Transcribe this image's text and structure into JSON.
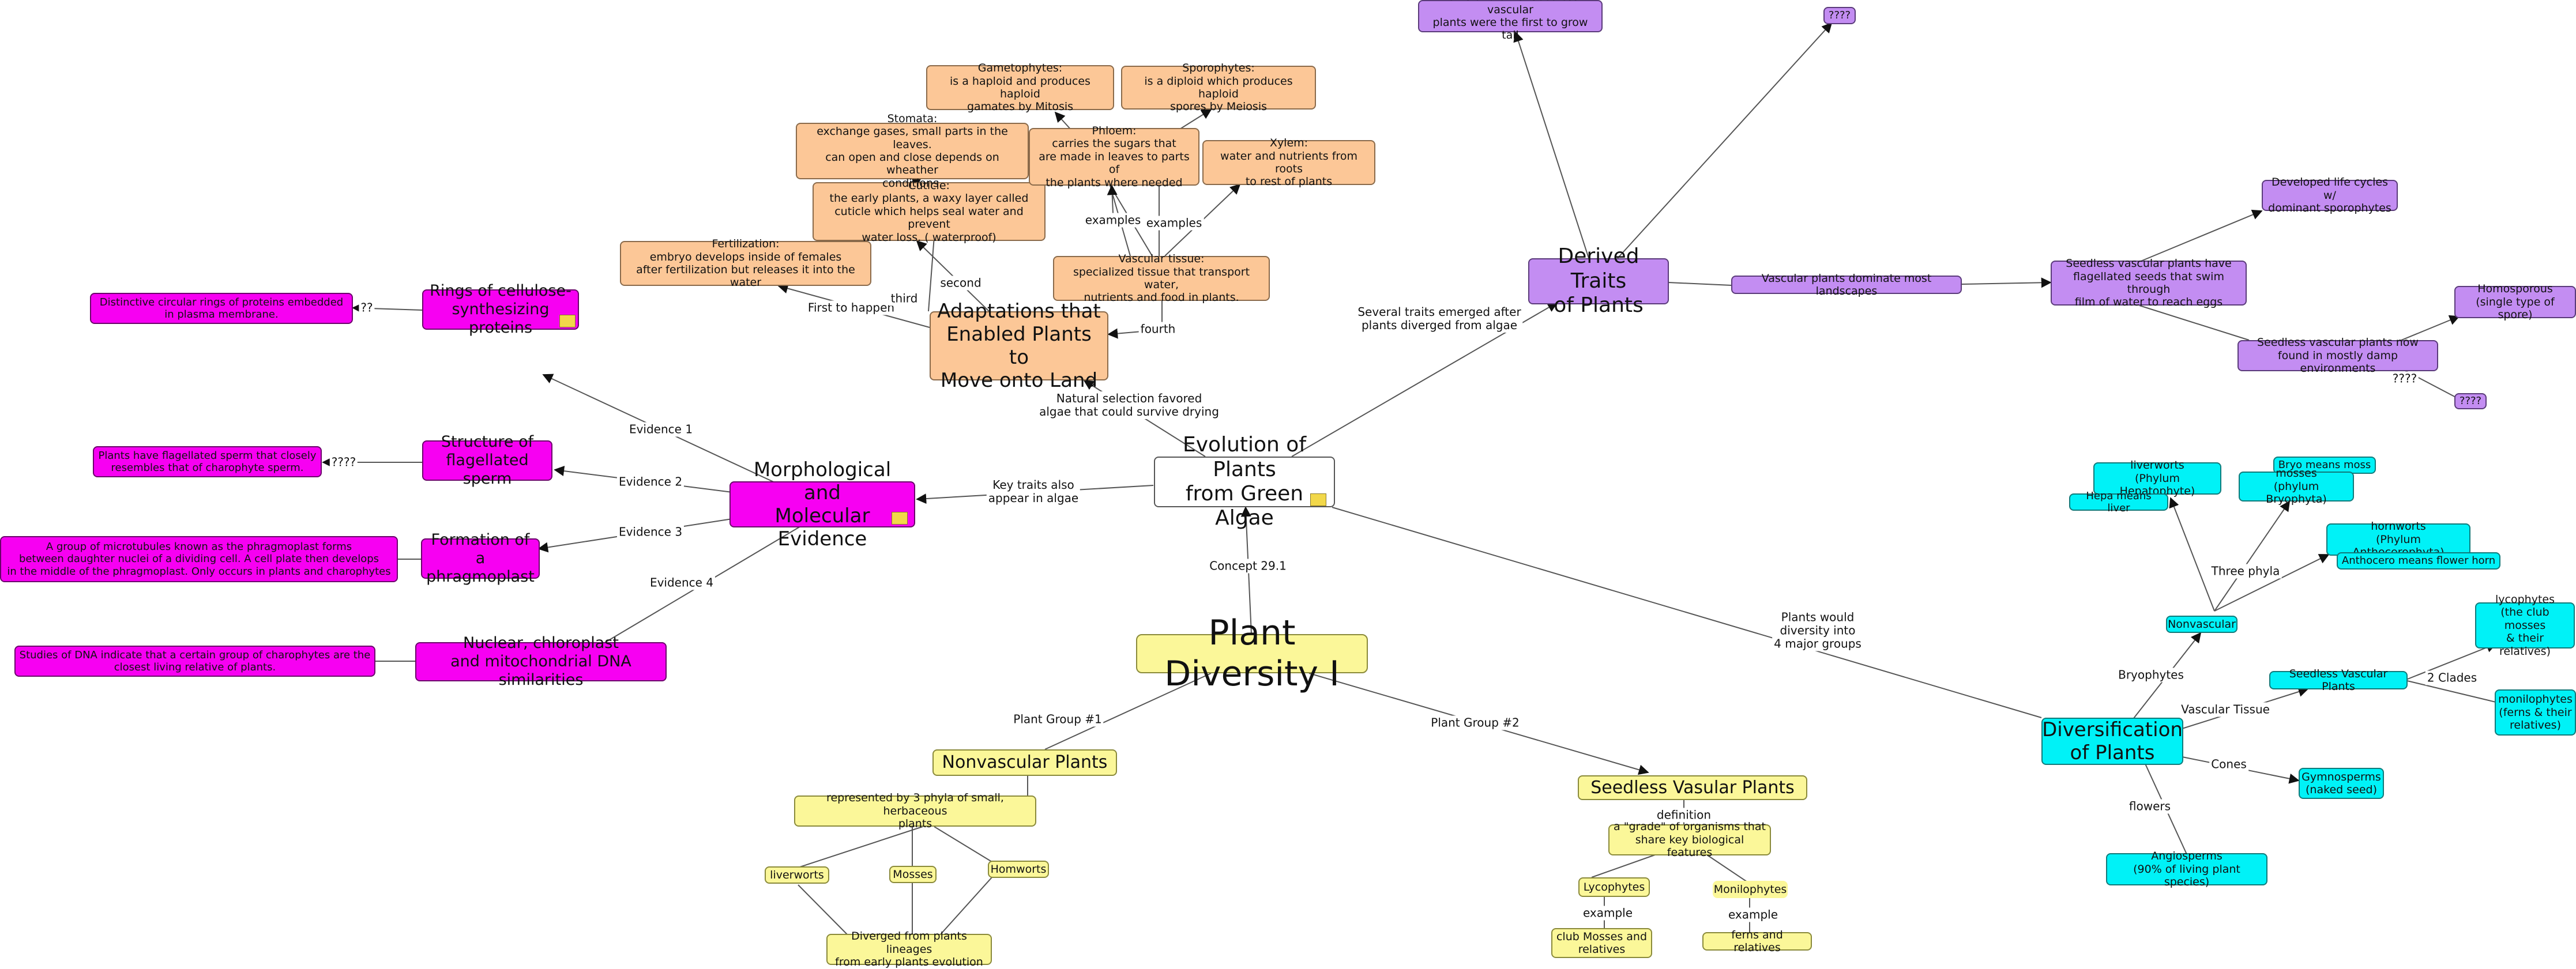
{
  "map": {
    "center": "Plant Diversity I",
    "nodes": [
      {
        "id": "root",
        "text": "Plant Diversity I"
      },
      {
        "id": "nonvasc",
        "text": "Nonvascular Plants"
      },
      {
        "id": "nonvasc_def",
        "text": "represented by 3 phyla of small, herbaceous\nplants"
      },
      {
        "id": "liverworts_y",
        "text": "liverworts"
      },
      {
        "id": "mosses_y",
        "text": "Mosses"
      },
      {
        "id": "hornworts_y",
        "text": "Homworts"
      },
      {
        "id": "diverged",
        "text": "Diverged from plants lineages\nfrom early plants evolution"
      },
      {
        "id": "seedless",
        "text": "Seedless Vasular Plants"
      },
      {
        "id": "grade",
        "text": "a \"grade\" of organisms that\nshare key biological features"
      },
      {
        "id": "lycophytes_y",
        "text": "Lycophytes"
      },
      {
        "id": "monilophytes_y",
        "text": "Monilophytes"
      },
      {
        "id": "clubmosses",
        "text": "club Mosses and\nrelatives"
      },
      {
        "id": "ferns",
        "text": "ferns and relatives"
      },
      {
        "id": "evolution",
        "text": "Evolution of Plants\nfrom Green Algae"
      },
      {
        "id": "adaptations",
        "text": "Adaptations that\nEnabled Plants to\nMove onto Land"
      },
      {
        "id": "fertilization",
        "text": "Fertilization:\nembryo develops inside of females\nafter fertilization but releases it into the water"
      },
      {
        "id": "cuticle",
        "text": "Cuticle:\nthe early plants, a waxy layer called\ncuticle which helps seal water and prevent\nwater loss. ( waterproof)"
      },
      {
        "id": "stomata",
        "text": "Stomata:\nexchange gases, small parts in the leaves.\ncan open and close depends on wheather\nconditions."
      },
      {
        "id": "gametophytes",
        "text": "Gametophytes:\nis a haploid and produces haploid\ngamates by Mitosis"
      },
      {
        "id": "sporophytes",
        "text": "Sporophytes:\nis a diploid which produces haploid\nspores by Meiosis"
      },
      {
        "id": "phloem",
        "text": "Phloem:\ncarries the sugars that\nare made in leaves to parts of\nthe plants where needed"
      },
      {
        "id": "xylem",
        "text": "Xylem:\nwater and nutrients from roots\nto rest of plants"
      },
      {
        "id": "vascular",
        "text": "Vascular tissue:\nspecialized tissue that transport water,\nnutrients and food in plants."
      },
      {
        "id": "morph",
        "text": "Morphological and\nMolecular Evidence"
      },
      {
        "id": "rings",
        "text": "Rings of cellulose-\nsynthesizing proteins"
      },
      {
        "id": "rings_note",
        "text": "Distinctive circular rings of proteins embedded\nin plasma membrane."
      },
      {
        "id": "sperm",
        "text": "Structure of\nflagellated sperm"
      },
      {
        "id": "sperm_note",
        "text": "Plants have flagellated sperm that closely\nresembles that of charophyte sperm."
      },
      {
        "id": "phragmo",
        "text": "Formation of\na phragmoplast"
      },
      {
        "id": "phragmo_note",
        "text": "A group of microtubules known as the phragmoplast forms\nbetween daughter nuclei of a dividing cell.  A cell plate then develops\nin the middle of the phragmoplast.  Only occurs in plants and charophytes"
      },
      {
        "id": "dna",
        "text": "Nuclear, chloroplast\nand mitochondrial DNA similarities"
      },
      {
        "id": "dna_note",
        "text": "Studies of DNA indicate that a certain group of charophytes are the\nclosest living relative of plants."
      },
      {
        "id": "derived",
        "text": "Derived Traits\nof Plants"
      },
      {
        "id": "ferns_tall",
        "text": "Ferns and other seedless vascular\nplants were the first to grow tall"
      },
      {
        "id": "derived_q",
        "text": "????"
      },
      {
        "id": "vasc_dominate",
        "text": "Vascular plants dominate most landscapes"
      },
      {
        "id": "seedless_flag",
        "text": "Seedless vascular plants have\nflagellated seeds that swim through\nfilm of water to reach eggs"
      },
      {
        "id": "life_cycles",
        "text": "Developed life cycles w/\ndominant sporophytes"
      },
      {
        "id": "damp",
        "text": "Seedless vascular plants now\nfound in mostly damp environments"
      },
      {
        "id": "homosporous",
        "text": "Homosporous\n(single type of spore)"
      },
      {
        "id": "damp_q",
        "text": "????"
      },
      {
        "id": "divers",
        "text": "Diversification\nof Plants"
      },
      {
        "id": "nonvasc_c",
        "text": "Nonvascular"
      },
      {
        "id": "liverworts_c",
        "text": "liverworts\n(Phylum Hepatophyte)"
      },
      {
        "id": "hepa",
        "text": "Hepa means liver"
      },
      {
        "id": "bryo",
        "text": "Bryo means moss"
      },
      {
        "id": "mosses_c",
        "text": "mosses\n(phylum Bryophyta)"
      },
      {
        "id": "hornworts_c",
        "text": "hornworts\n(Phylum Anthocerophyta)"
      },
      {
        "id": "anthocero",
        "text": "Anthocero means flower horn"
      },
      {
        "id": "svp_c",
        "text": "Seedless Vascular Plants"
      },
      {
        "id": "lycophytes_c",
        "text": "lycophytes\n(the club mosses\n& their relatives)"
      },
      {
        "id": "monilophytes_c",
        "text": "monilophytes\n(ferns & their\nrelatives)"
      },
      {
        "id": "gymno",
        "text": "Gymnosperms\n(naked seed)"
      },
      {
        "id": "angio",
        "text": "Angiosperms\n(90% of living plant species)"
      }
    ],
    "edge_labels": {
      "plant_group_1": "Plant Group #1",
      "plant_group_2": "Plant Group #2",
      "concept": "Concept 29.1",
      "four_groups": "Plants would\ndiversity into\n4 major groups",
      "key_traits": "Key traits also\nappear in algae",
      "natural_selection": "Natural selection favored\nalgae that could survive drying",
      "several_traits": "Several traits emerged after\nplants diverged from algae",
      "first": "First to happen",
      "second": "second",
      "third": "third",
      "fourth": "fourth",
      "examples_1": "examples",
      "examples_2": "examples",
      "evidence_1": "Evidence 1",
      "evidence_2": "Evidence 2",
      "evidence_3": "Evidence 3",
      "evidence_4": "Evidence 4",
      "rings_q": "??",
      "sperm_q": "????",
      "definition": "definition",
      "example_1": "example",
      "example_2": "example",
      "damp_q": "????",
      "bryophytes": "Bryophytes",
      "three_phyla": "Three phyla",
      "vascular_tissue": "Vascular Tissue",
      "two_clades": "2 Clades",
      "cones": "Cones",
      "flowers": "flowers"
    }
  }
}
